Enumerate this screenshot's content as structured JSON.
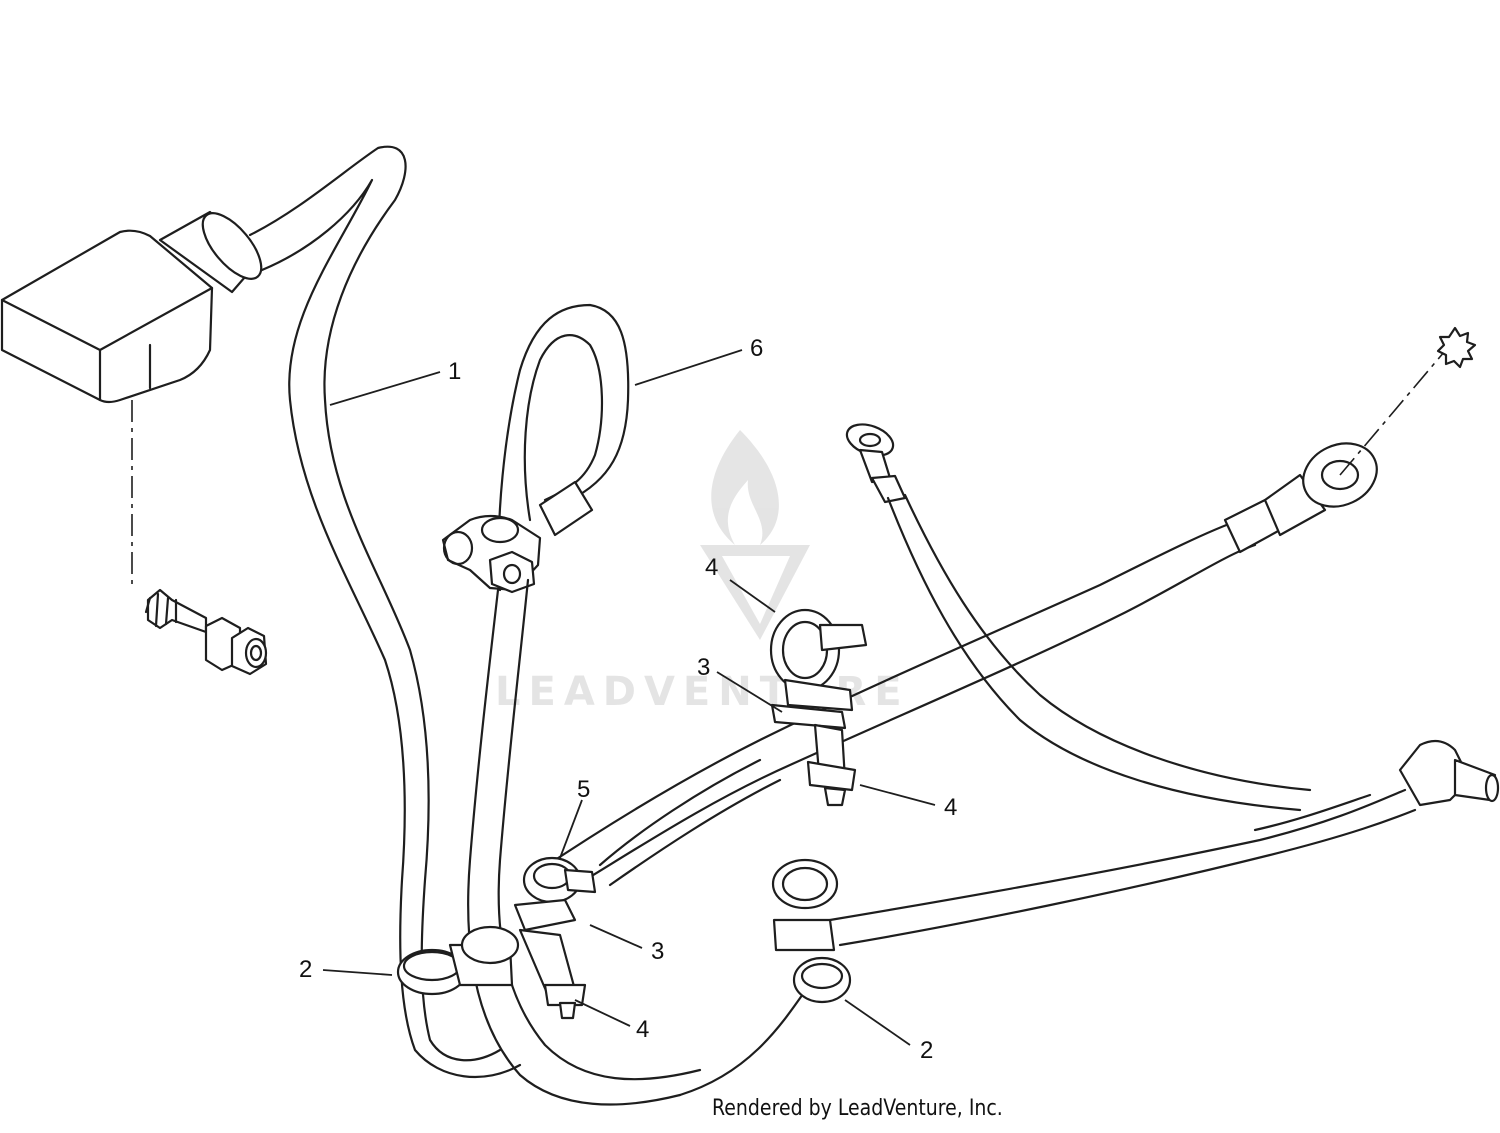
{
  "diagram": {
    "callouts": [
      {
        "id": "c1",
        "label": "1"
      },
      {
        "id": "c2a",
        "label": "2"
      },
      {
        "id": "c2b",
        "label": "2"
      },
      {
        "id": "c3a",
        "label": "3"
      },
      {
        "id": "c3b",
        "label": "3"
      },
      {
        "id": "c4a",
        "label": "4"
      },
      {
        "id": "c4b",
        "label": "4"
      },
      {
        "id": "c4c",
        "label": "4"
      },
      {
        "id": "c5",
        "label": "5"
      },
      {
        "id": "c6",
        "label": "6"
      }
    ],
    "watermark_text": "LEADVENTURE",
    "footer": "Rendered by LeadVenture, Inc."
  },
  "colors": {
    "line": "#1e1e1e",
    "watermark": "#d9d9d9",
    "background": "#ffffff"
  }
}
